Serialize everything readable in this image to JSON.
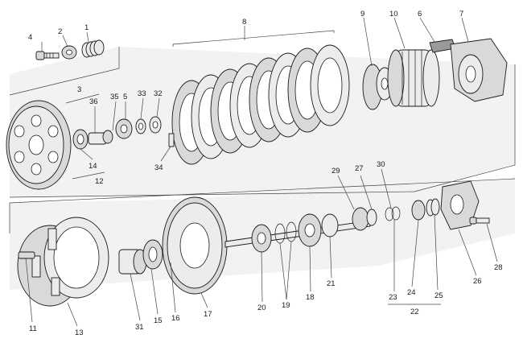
{
  "callouts": {
    "c1": "1",
    "c2": "2",
    "c3": "3",
    "c4": "4",
    "c5": "5",
    "c6": "6",
    "c7": "7",
    "c8": "8",
    "c9": "9",
    "c10": "10",
    "c11": "11",
    "c12": "12",
    "c13": "13",
    "c14": "14",
    "c15": "15",
    "c16": "16",
    "c17": "17",
    "c18": "18",
    "c19": "19",
    "c20": "20",
    "c21": "21",
    "c22": "22",
    "c23": "23",
    "c24": "24",
    "c25": "25",
    "c26": "26",
    "c27": "27",
    "c28": "28",
    "c29": "29",
    "c30": "30",
    "c31": "31",
    "c32": "32",
    "c33": "33",
    "c34": "34",
    "c35": "35",
    "c36": "36"
  }
}
